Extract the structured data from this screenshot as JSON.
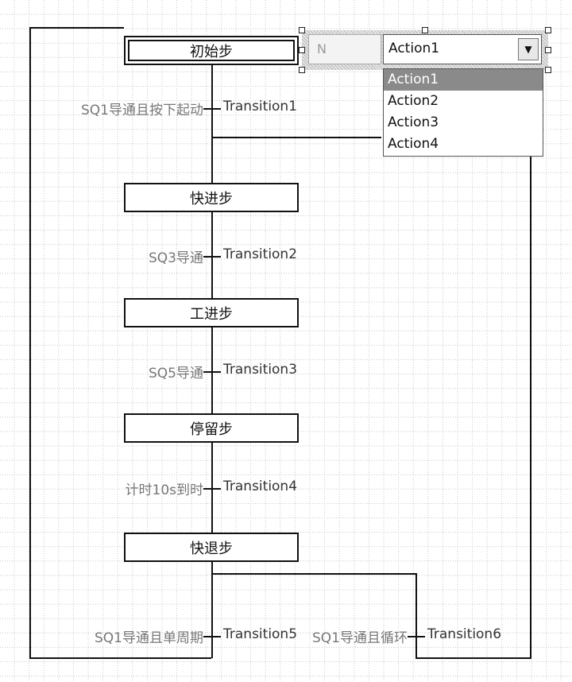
{
  "steps": [
    {
      "label": "初始步"
    },
    {
      "label": "快进步"
    },
    {
      "label": "工进步"
    },
    {
      "label": "停留步"
    },
    {
      "label": "快退步"
    }
  ],
  "transitions": [
    {
      "condition": "SQ1导通且按下起动",
      "name": "Transition1"
    },
    {
      "condition": "SQ3导通",
      "name": "Transition2"
    },
    {
      "condition": "SQ5导通",
      "name": "Transition3"
    },
    {
      "condition": "计时10s到时",
      "name": "Transition4"
    },
    {
      "condition": "SQ1导通且单周期",
      "name": "Transition5"
    },
    {
      "condition": "SQ1导通且循环",
      "name": "Transition6"
    }
  ],
  "action_block": {
    "qualifier": "N",
    "selected": "Action1",
    "dropdown_icon": "triangle-down",
    "options": [
      "Action1",
      "Action2",
      "Action3",
      "Action4"
    ]
  },
  "colors": {
    "grid": "#c8c8c8",
    "selection": "#8a8a8a",
    "condition_text": "#777777"
  }
}
